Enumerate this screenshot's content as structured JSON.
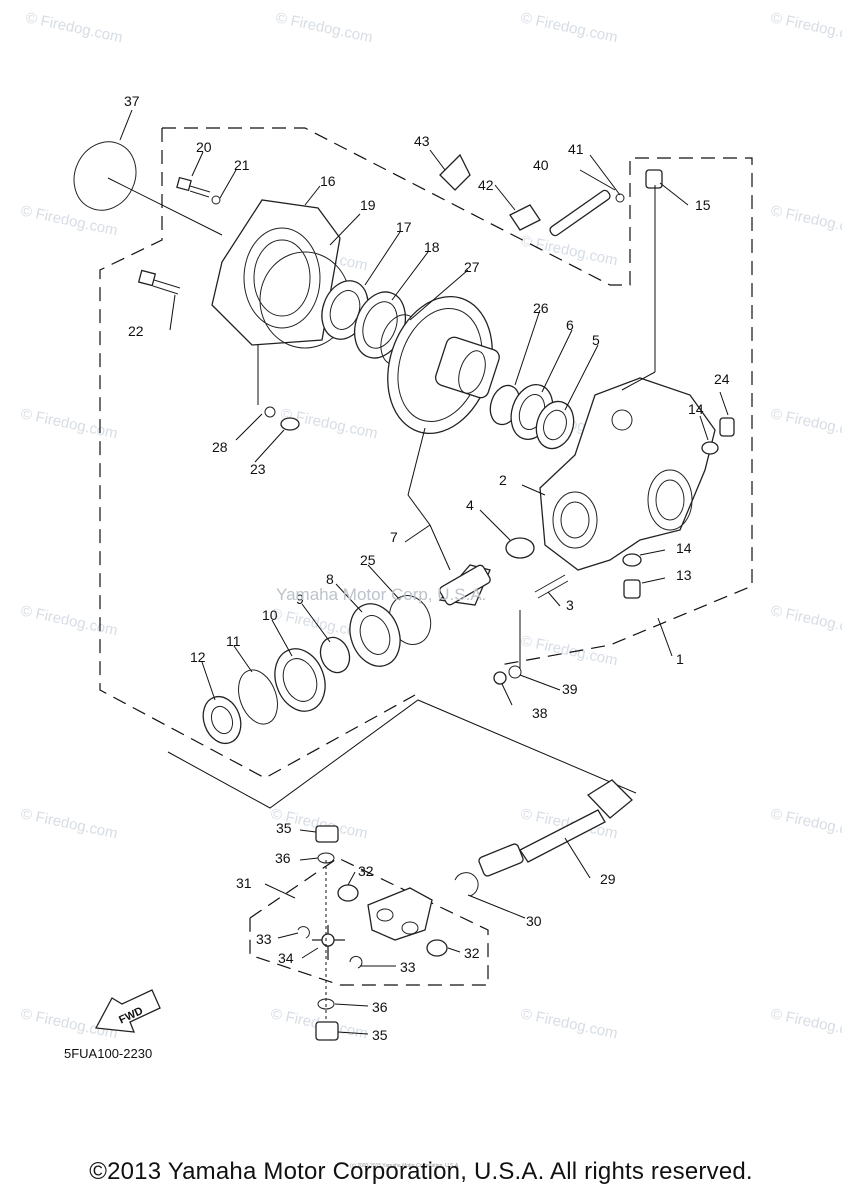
{
  "watermark": "© Firedog.com",
  "mid_watermark": "Yamaha Motor Corp, U.S.A.",
  "drawing_code": "5FUA100-2230",
  "fwd_label": "FWD",
  "copyright": "©2013 Yamaha Motor Corporation, U.S.A. All rights reserved.",
  "small_note": "(c) 2000-2015 Yamaha Motor Corporation, U.S.A.",
  "callouts": [
    "1",
    "2",
    "3",
    "4",
    "5",
    "6",
    "7",
    "8",
    "9",
    "10",
    "11",
    "12",
    "13",
    "14",
    "14",
    "15",
    "16",
    "17",
    "18",
    "19",
    "20",
    "21",
    "22",
    "23",
    "24",
    "25",
    "26",
    "27",
    "28",
    "29",
    "30",
    "31",
    "32",
    "32",
    "33",
    "33",
    "34",
    "35",
    "35",
    "36",
    "36",
    "37",
    "38",
    "39",
    "40",
    "41",
    "42",
    "43"
  ]
}
